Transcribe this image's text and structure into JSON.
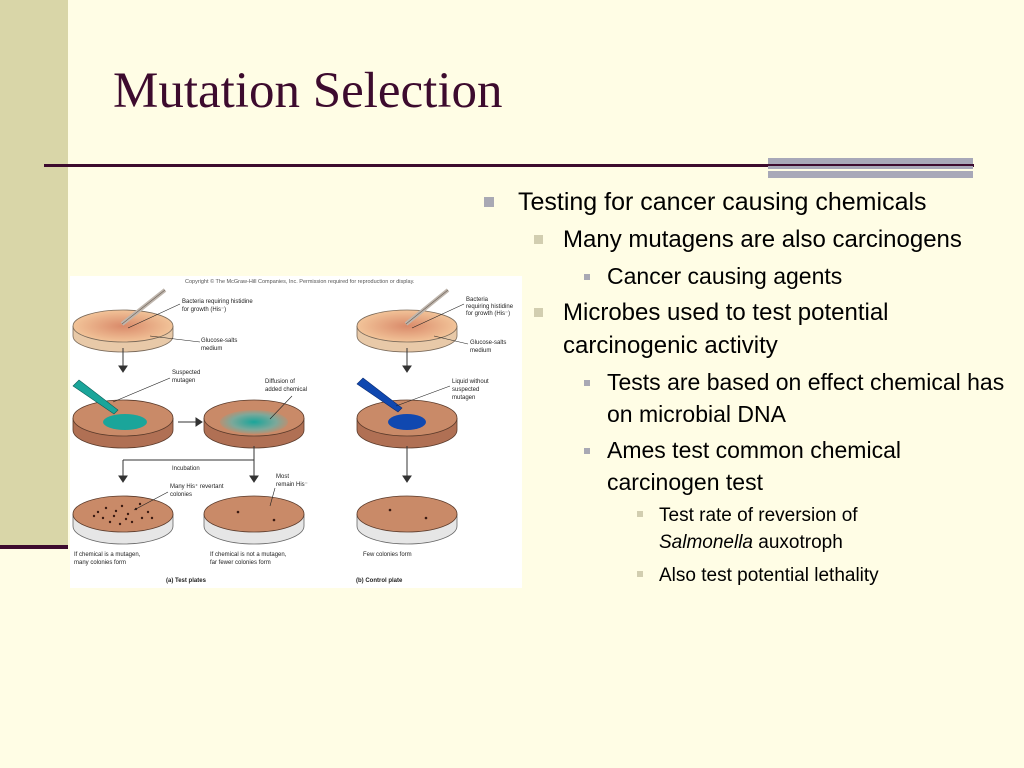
{
  "slide": {
    "title": "Mutation Selection"
  },
  "figure": {
    "copyright": "Copyright © The McGraw-Hill Companies, Inc. Permission required for reproduction or display.",
    "labels": {
      "bacteria_left": [
        "Bacteria requiring histidine",
        "for growth (His⁻)"
      ],
      "bacteria_right": [
        "Bacteria",
        "requiring histidine",
        "for growth (His⁻)"
      ],
      "medium_left": [
        "Glucose-salts",
        "medium"
      ],
      "medium_right": [
        "Glucose-salts",
        "medium"
      ],
      "suspected": [
        "Suspected",
        "mutagen"
      ],
      "diffusion": [
        "Diffusion of",
        "added chemical"
      ],
      "liquid": [
        "Liquid without",
        "suspected",
        "mutagen"
      ],
      "incubation": "Incubation",
      "many_revertant": [
        "Many His⁺ revertant",
        "colonies"
      ],
      "most_remain": [
        "Most",
        "remain His⁻"
      ],
      "caption_mutagen": [
        "If chemical is a mutagen,",
        "many colonies form"
      ],
      "caption_not_mutagen": [
        "If chemical is not a mutagen,",
        "far fewer colonies form"
      ],
      "caption_few": "Few colonies form",
      "panel_a": "(a) Test plates",
      "panel_b": "(b) Control plate"
    }
  },
  "bullets": {
    "b1": "Testing for cancer causing chemicals",
    "b1_1": "Many mutagens are also carcinogens",
    "b1_1_1": "Cancer causing agents",
    "b1_2": "Microbes used to test potential carcinogenic activity",
    "b1_2_1": "Tests are based on effect chemical has on microbial DNA",
    "b1_2_2": "Ames test common chemical carcinogen test",
    "b1_2_2_1_italic": "Salmonella",
    "b1_2_2_1_post": "auxotroph",
    "b1_2_2_1_pre": "Test rate of reversion of",
    "b1_2_2_2": "Also test potential lethality"
  },
  "colors": {
    "title": "#3d0b2e",
    "background": "#fffde5",
    "sidebar": "#d9d6a8",
    "accent_bar": "#a8a8b8",
    "plate_medium": "#c98a68",
    "suspected_mutagen": "#1aa59a",
    "control_liquid": "#1048b0"
  }
}
